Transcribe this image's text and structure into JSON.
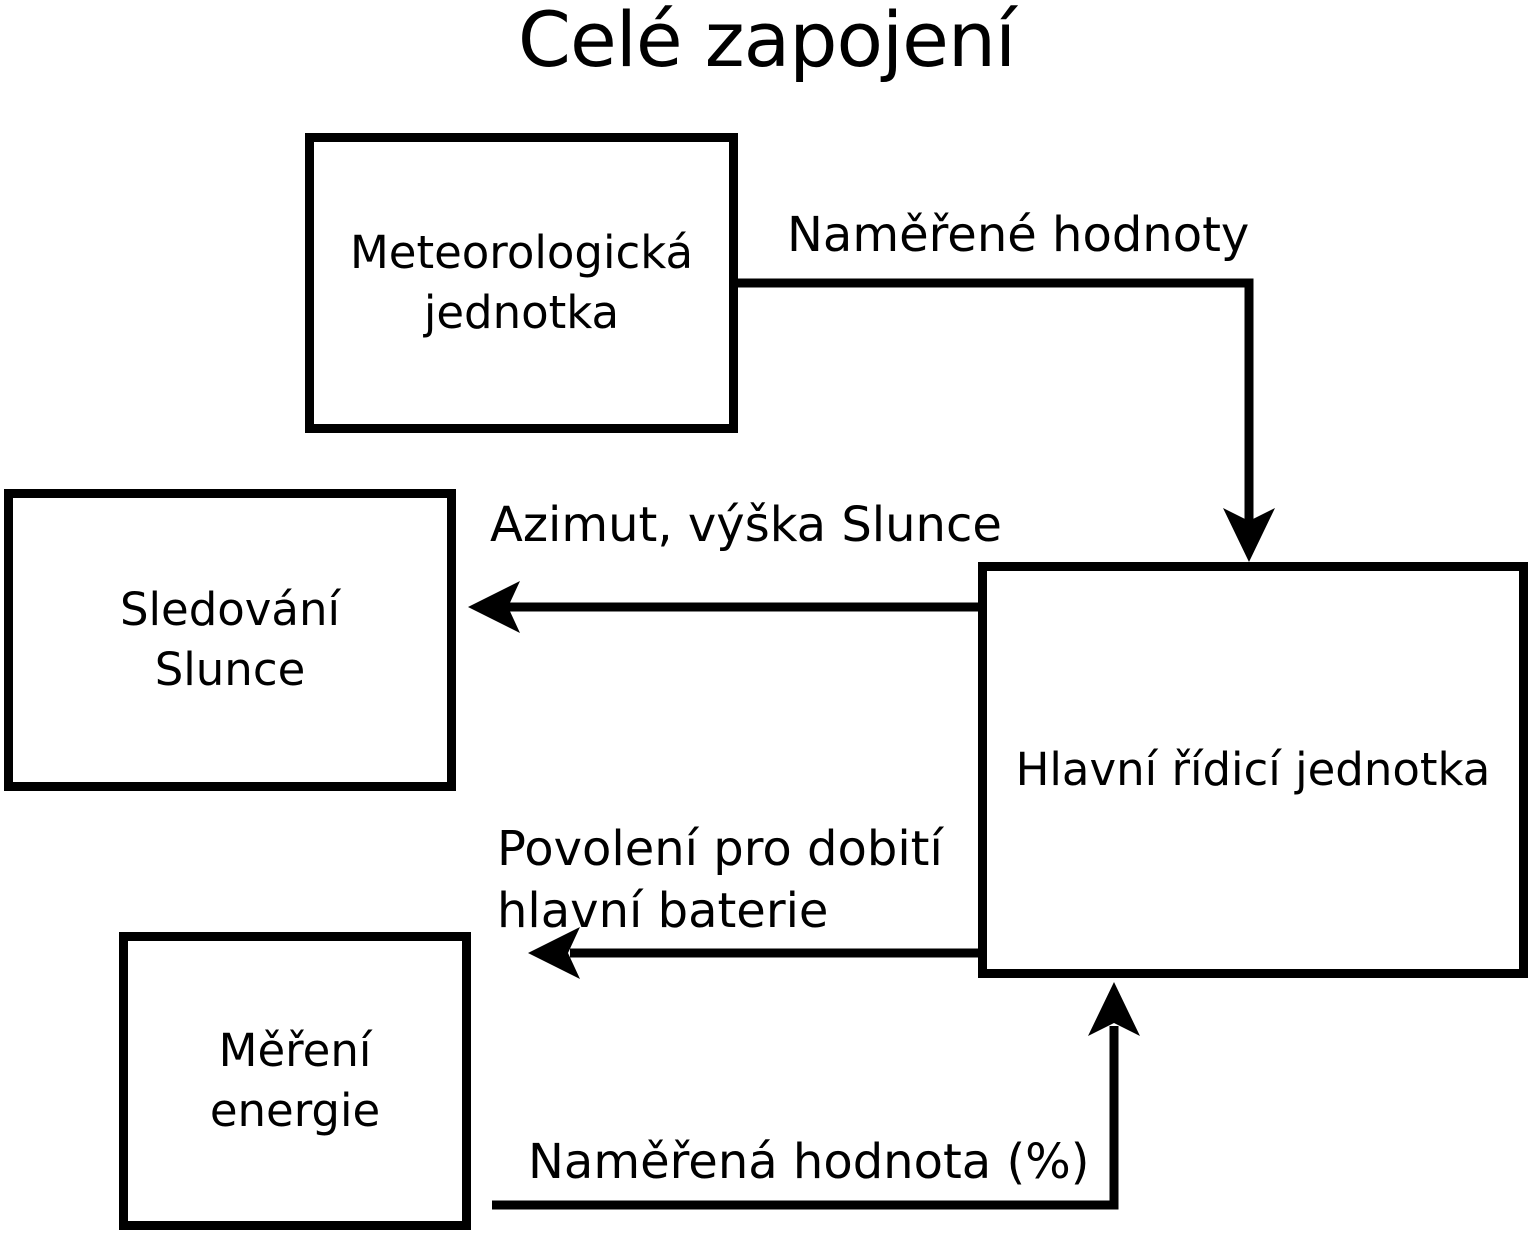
{
  "title": "Celé zapojení",
  "colors": {
    "ink": "#000000",
    "background": "#ffffff"
  },
  "nodes": {
    "meteo": {
      "label": "Meteorologická\njednotka"
    },
    "sledovani": {
      "label": "Sledování\nSlunce"
    },
    "mereni": {
      "label": "Měření\nenergie"
    },
    "hlavni": {
      "label": "Hlavní řídicí jednotka"
    }
  },
  "edges": {
    "meteo_to_hlavni": {
      "label": "Naměřené hodnoty",
      "from": "meteo",
      "to": "hlavni"
    },
    "hlavni_to_sledovani": {
      "label": "Azimut, výška Slunce",
      "from": "hlavni",
      "to": "sledovani"
    },
    "hlavni_to_baterie": {
      "label": "Povolení pro dobití\nhlavní baterie",
      "from": "hlavni",
      "to": null
    },
    "mereni_to_hlavni": {
      "label": "Naměřená hodnota (%)",
      "from": "mereni",
      "to": "hlavni"
    }
  }
}
